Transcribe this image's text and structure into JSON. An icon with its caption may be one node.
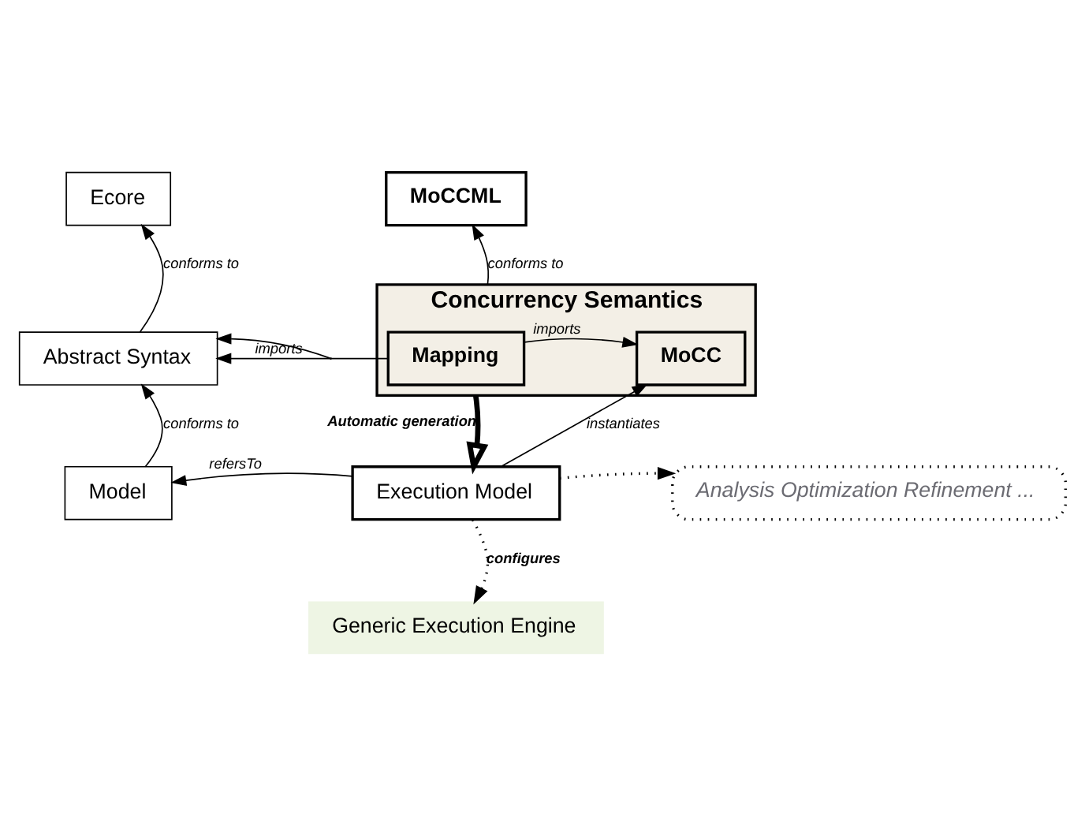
{
  "diagram": {
    "nodes": [
      {
        "text": [
          "Ecore"
        ]
      },
      {
        "text": [
          "MoCCML"
        ]
      },
      {
        "text": [
          "Abstract Syntax"
        ]
      },
      {
        "text": [
          "Concurrency Semantics"
        ]
      },
      {
        "text": [
          "Mapping"
        ],
        "in": 3
      },
      {
        "text": [
          "MoCC"
        ],
        "in": 3
      },
      {
        "text": [
          "Model"
        ]
      },
      {
        "text": [
          "Execution Model"
        ]
      },
      {
        "text": [
          "Analysis Optimization Refinement ..."
        ]
      },
      {
        "text": [
          "Generic Execution Engine"
        ]
      }
    ],
    "edges": [
      {
        "from": 2,
        "to": 0,
        "arrow": "to",
        "label": "conforms to"
      },
      {
        "from": 3,
        "to": 1,
        "arrow": "to",
        "label": "conforms to"
      },
      {
        "from": 4,
        "to": 2,
        "arrow": "to",
        "label": "imports"
      },
      {
        "from": 4,
        "to": 5,
        "arrow": "to",
        "label": "imports"
      },
      {
        "from": 6,
        "to": 2,
        "arrow": "to",
        "label": "conforms to"
      },
      {
        "from": 3,
        "to": 7,
        "arrow": "to",
        "label": "Automatic generation",
        "style": "thick"
      },
      {
        "from": 7,
        "to": 5,
        "arrow": "to",
        "label": "instantiates"
      },
      {
        "from": 7,
        "to": 6,
        "arrow": "to",
        "label": "refersTo"
      },
      {
        "from": 7,
        "to": 8,
        "arrow": "to",
        "style": "dashed"
      },
      {
        "from": 7,
        "to": 9,
        "arrow": "to",
        "label": "configures",
        "style": "dashed"
      },
      {
        "from": null,
        "to": 2,
        "arrow": "to"
      }
    ]
  }
}
